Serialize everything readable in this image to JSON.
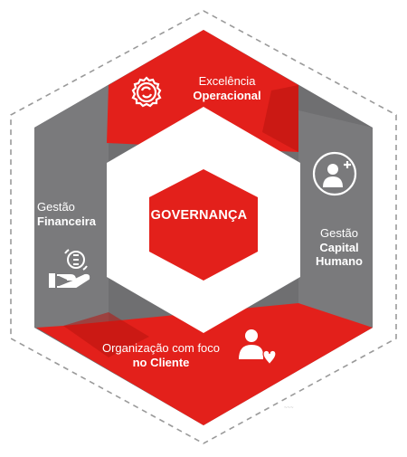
{
  "colors": {
    "red": "#e3201b",
    "red_dark": "#b8140f",
    "gray": "#6f6f71",
    "gray_light": "#8b8b8d",
    "dash": "#9a9a9a",
    "white": "#ffffff"
  },
  "center": {
    "label": "GOVERNANÇA"
  },
  "segments": [
    {
      "id": "excelencia",
      "line1": "Excelência",
      "line2": "Operacional",
      "icon": "gear-cycle-icon"
    },
    {
      "id": "capital-humano",
      "line1": "Gestão",
      "line2": "Capital",
      "line3": "Humano",
      "icon": "add-user-icon"
    },
    {
      "id": "cliente",
      "line1": "Organização com foco",
      "line2": "no Cliente",
      "icon": "customer-heart-icon"
    },
    {
      "id": "financeira",
      "line1": "Gestão",
      "line2": "Financeira",
      "icon": "money-hand-icon"
    }
  ]
}
